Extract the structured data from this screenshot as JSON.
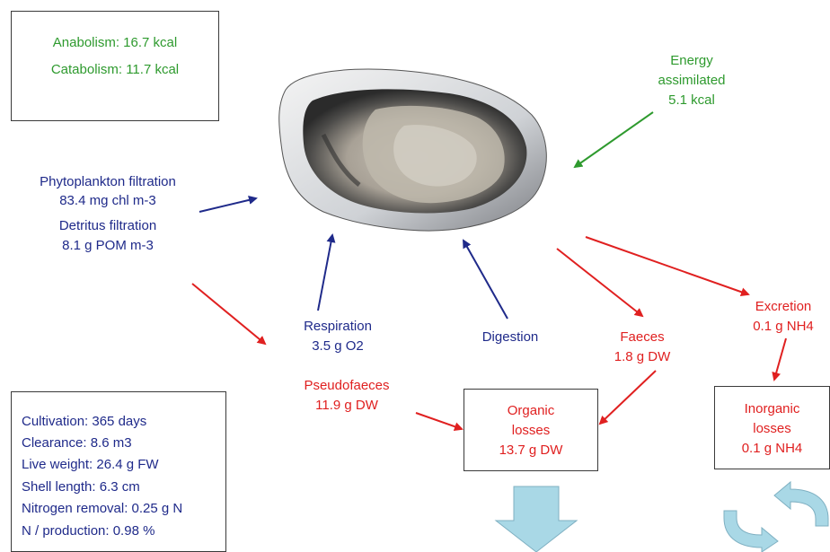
{
  "energy_box": {
    "anabolism": "Anabolism: 16.7 kcal",
    "catabolism": "Catabolism: 11.7 kcal"
  },
  "energy_assimilated": {
    "line1": "Energy",
    "line2": "assimilated",
    "line3": "5.1 kcal"
  },
  "filtration": {
    "phyto_label": "Phytoplankton filtration",
    "phyto_value": "83.4 mg chl m-3",
    "detritus_label": "Detritus filtration",
    "detritus_value": "8.1 g POM m-3"
  },
  "respiration": {
    "label": "Respiration",
    "value": "3.5 g O2"
  },
  "digestion": {
    "label": "Digestion"
  },
  "pseudofaeces": {
    "label": "Pseudofaeces",
    "value": "11.9 g DW"
  },
  "faeces": {
    "label": "Faeces",
    "value": "1.8 g DW"
  },
  "excretion": {
    "label": "Excretion",
    "value": "0.1 g NH4"
  },
  "organic_losses": {
    "line1": "Organic",
    "line2": "losses",
    "line3": "13.7 g DW"
  },
  "inorganic_losses": {
    "line1": "Inorganic",
    "line2": "losses",
    "line3": "0.1 g NH4"
  },
  "stats": {
    "cultivation": "Cultivation: 365 days",
    "clearance": "Clearance: 8.6 m3",
    "live_weight": "Live weight: 26.4 g FW",
    "shell_length": "Shell length: 6.3 cm",
    "nitrogen_removal": "Nitrogen removal: 0.25 g N",
    "n_production": "N / production: 0.98 %"
  },
  "colors": {
    "green": "#2e9a2e",
    "blue": "#1f2a8a",
    "red": "#e02020",
    "arrow_fill": "#a9d8e6"
  },
  "icons": {
    "oyster": "oyster-image",
    "down_arrow": "down-arrow-icon",
    "recycle": "recycle-icon"
  }
}
